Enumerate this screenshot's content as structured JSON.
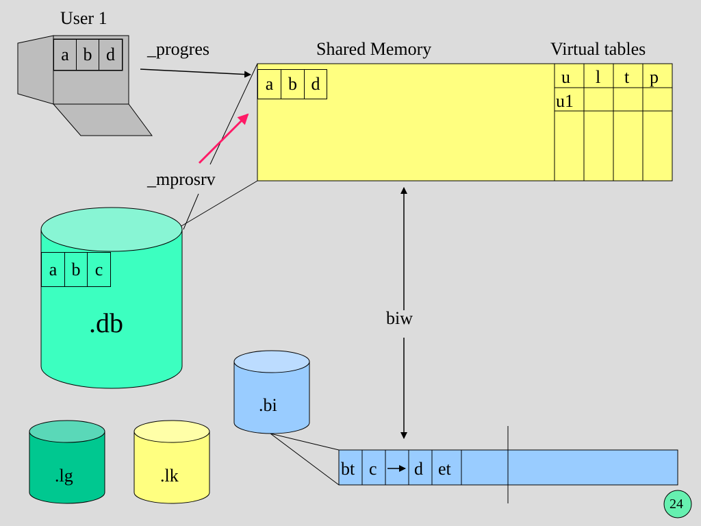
{
  "user": {
    "title": "User 1",
    "fields": [
      "a",
      "b",
      "d"
    ]
  },
  "labels": {
    "progres": "_progres",
    "shared_memory": "Shared Memory",
    "virtual_tables": "Virtual tables",
    "mprosrv": "_mprosrv",
    "biw": "biw"
  },
  "shared_memory": {
    "buffer_fields": [
      "a",
      "b",
      "d"
    ],
    "virtual_table_headers": [
      "u",
      "l",
      "t",
      "p"
    ],
    "virtual_table_rows": [
      [
        "u1",
        "",
        "",
        ""
      ]
    ]
  },
  "db": {
    "label": ".db",
    "fields": [
      "a",
      "b",
      "c"
    ]
  },
  "files": {
    "bi": ".bi",
    "lg": ".lg",
    "lk": ".lk"
  },
  "bi_chain": {
    "cells": [
      "bt",
      "c",
      "",
      "d",
      "et"
    ]
  },
  "page_number": "24",
  "colors": {
    "background": "#dcdcdc",
    "shared_memory_fill": "#ffff80",
    "db_fill": "#3cffc0",
    "bi_fill": "#99ccff",
    "lg_fill": "#00c890",
    "lk_fill": "#ffff80",
    "highlight_arrow": "#ff1a66",
    "page_badge": "#66f0b0"
  }
}
